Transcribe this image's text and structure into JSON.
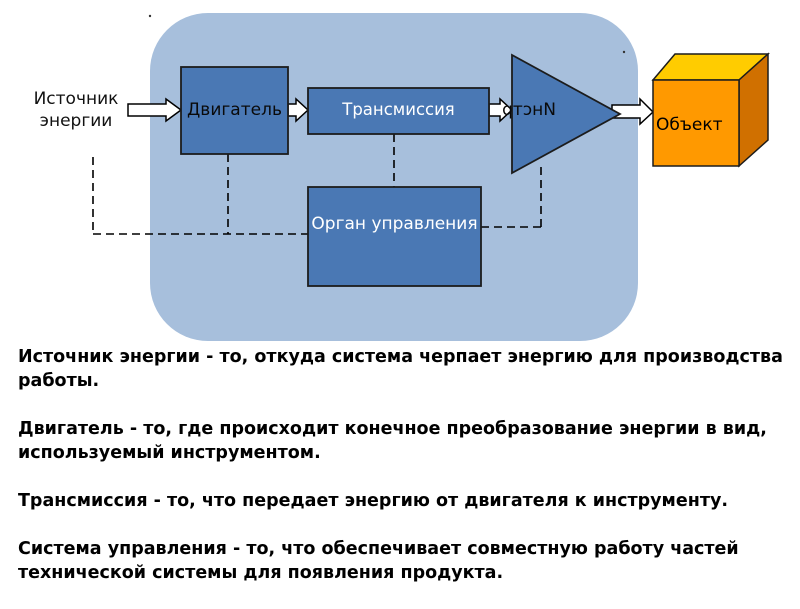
{
  "diagram": {
    "source_label": "Источник энергии",
    "engine_label": "Двигатель",
    "transmission_label": "Трансмиссия",
    "tool_label": "Инстр",
    "control_label": "Орган управления",
    "object_label": "Объект"
  },
  "colors": {
    "system_background": "#a7bfdc",
    "block_fill": "#4a78b4",
    "block_stroke": "#1c1c1c",
    "object_front": "#ff9900",
    "object_top": "#ffcc00",
    "object_side": "#d07000"
  },
  "definitions": [
    "Источник энергии - то, откуда система черпает энергию для производства работы.",
    "Двигатель - то, где происходит конечное преобразование энергии в вид, используемый инструментом.",
    "Трансмиссия - то, что передает энергию от двигателя к инструменту.",
    "Система управления - то, что обеспечивает совместную работу частей технической системы для появления продукта."
  ]
}
